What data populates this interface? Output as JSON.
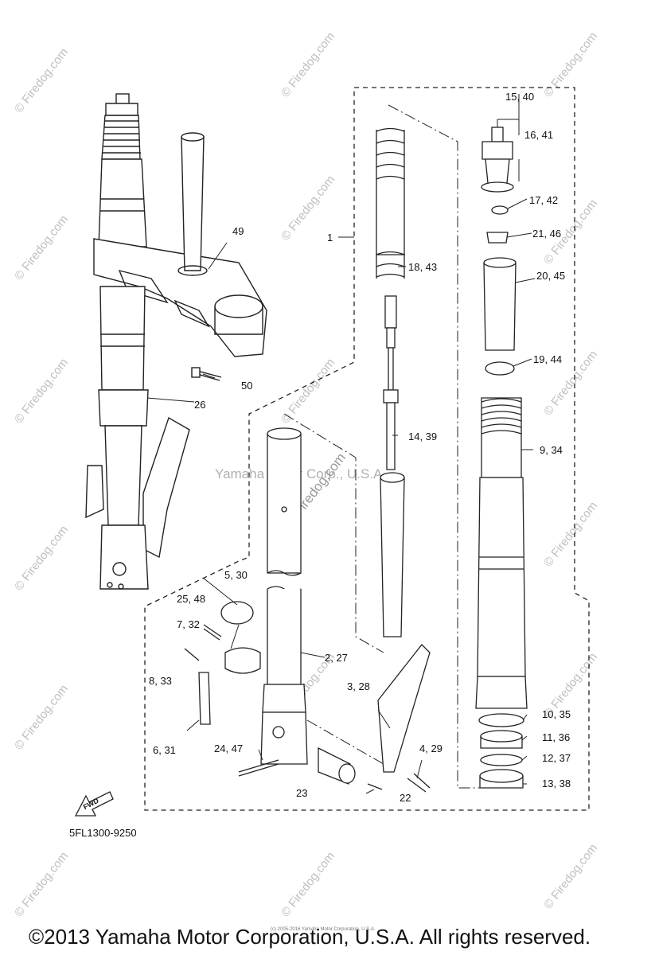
{
  "watermark": {
    "site": "© Firedog.com",
    "center_text": "Yamaha Motor Corp., U.S.A.",
    "center_site": "Firedog.com"
  },
  "diagram": {
    "part_number": "5FL1300-9250",
    "copyright": "©2013 Yamaha Motor Corporation, U.S.A. All rights reserved.",
    "tiny_copyright": "(c) 2005-2016 Yamaha Motor Corporation, U.S.A.",
    "fwd_label": "FWD",
    "callouts": [
      "1",
      "2, 27",
      "3, 28",
      "4, 29",
      "5, 30",
      "6, 31",
      "7, 32",
      "8, 33",
      "9, 34",
      "10, 35",
      "11, 36",
      "12, 37",
      "13, 38",
      "14, 39",
      "15, 40",
      "16, 41",
      "17, 42",
      "18, 43",
      "19, 44",
      "20, 45",
      "21, 46",
      "22",
      "23",
      "24, 47",
      "25, 48",
      "26",
      "49",
      "50"
    ]
  },
  "colors": {
    "line": "#222222",
    "dash": "#333333",
    "watermark": "#bfbfbf"
  }
}
